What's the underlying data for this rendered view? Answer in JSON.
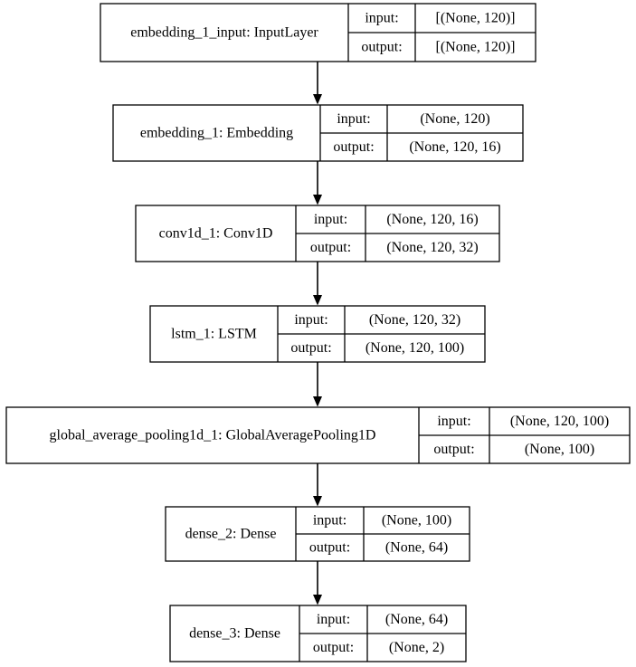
{
  "labels": {
    "input": "input:",
    "output": "output:"
  },
  "layers": [
    {
      "name": "embedding_1_input: InputLayer",
      "input": "[(None, 120)]",
      "output": "[(None, 120)]"
    },
    {
      "name": "embedding_1: Embedding",
      "input": "(None, 120)",
      "output": "(None, 120, 16)"
    },
    {
      "name": "conv1d_1: Conv1D",
      "input": "(None, 120, 16)",
      "output": "(None, 120, 32)"
    },
    {
      "name": "lstm_1: LSTM",
      "input": "(None, 120, 32)",
      "output": "(None, 120, 100)"
    },
    {
      "name": "global_average_pooling1d_1: GlobalAveragePooling1D",
      "input": "(None, 120, 100)",
      "output": "(None, 100)"
    },
    {
      "name": "dense_2: Dense",
      "input": "(None, 100)",
      "output": "(None, 64)"
    },
    {
      "name": "dense_3: Dense",
      "input": "(None, 64)",
      "output": "(None, 2)"
    }
  ]
}
